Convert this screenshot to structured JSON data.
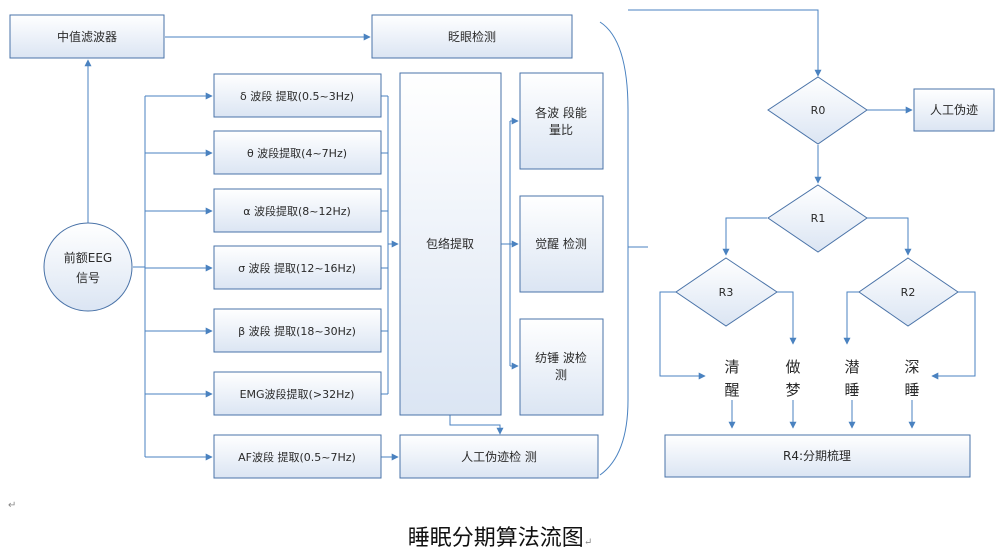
{
  "nodes": {
    "median_filter": "中值滤波器",
    "blink_detect": "眨眼检测",
    "eeg_input": [
      "前额EEG",
      "信号"
    ],
    "delta": "δ 波段 提取(0.5~3Hz)",
    "theta": "θ 波段提取(4~7Hz)",
    "alpha": "α 波段提取(8~12Hz)",
    "sigma": "σ 波段 提取(12~16Hz)",
    "beta": "β 波段 提取(18~30Hz)",
    "emg": "EMG波段提取(>32Hz)",
    "af": "AF波段 提取(0.5~7Hz)",
    "envelope": "包络提取",
    "energy_ratio": [
      "各波 段能",
      "量比"
    ],
    "wake_detect": "觉醒 检测",
    "spindle_detect": [
      "纺锤 波检",
      "测"
    ],
    "artifact_detect": "人工伪迹检 测",
    "r0": "R0",
    "artifact": "人工伪迹",
    "r1": "R1",
    "r2": "R2",
    "r3": "R3",
    "wake": [
      "清",
      "醒"
    ],
    "dream": [
      "做",
      "梦"
    ],
    "light_sleep": [
      "潜",
      "睡"
    ],
    "deep_sleep": [
      "深",
      "睡"
    ],
    "r4": "R4:分期梳理"
  },
  "caption": "睡眠分期算法流图",
  "para_mark": "↵",
  "colors": {
    "border": "#4a73a8",
    "arrow": "#4a82c0",
    "fill_top": "#ffffff",
    "fill_bottom": "#dbe5f3"
  }
}
